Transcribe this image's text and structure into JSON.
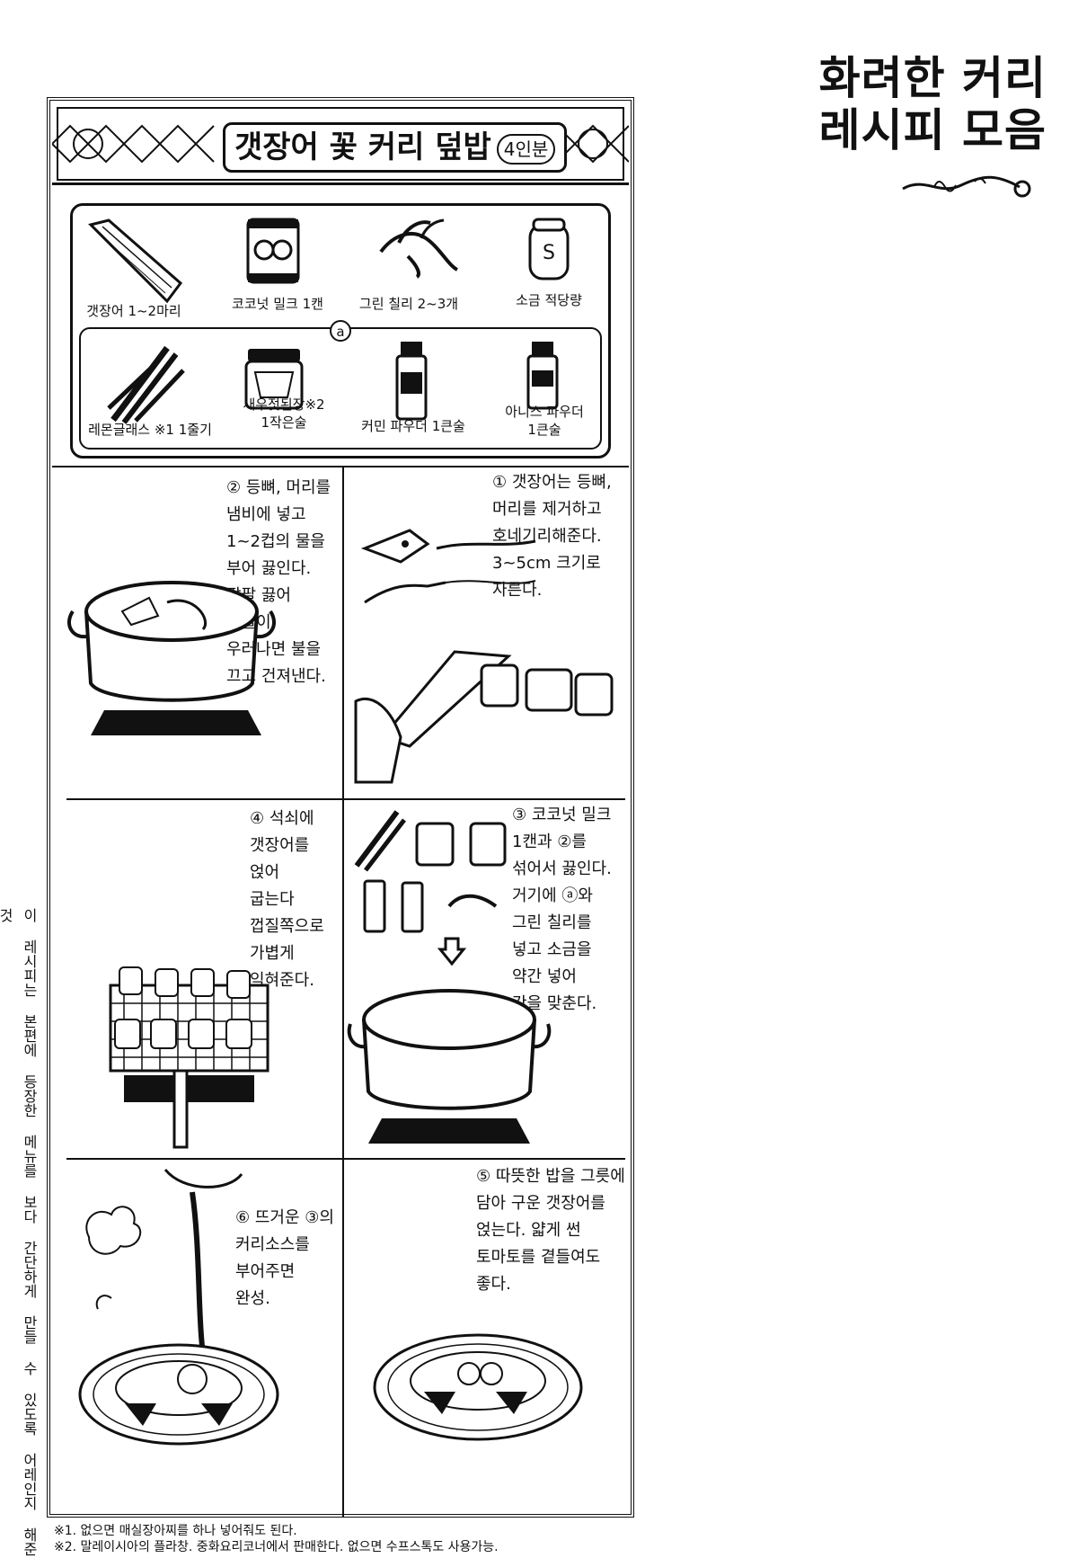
{
  "series_title_line1": "화려한 커리",
  "series_title_line2": "레시피 모음",
  "recipe": {
    "title": "갯장어 꽃 커리 덮밥",
    "servings": "4인분"
  },
  "ingredients": {
    "eel": "갯장어 1~2마리",
    "coconut_milk": "코코넛 밀크 1캔",
    "green_chili": "그린 칠리 2~3개",
    "salt": "소금 적당량",
    "group_marker": "a",
    "lemongrass": "레몬글래스 ※1 1줄기",
    "shrimp_paste": "새우젓된장※2\n1작은술",
    "cumin": "커민 파우더 1큰술",
    "anise": "아니스 파우더\n1큰술"
  },
  "steps": {
    "step1": "① 갯장어는 등뼈,\n머리를 제거하고\n호네기리해준다.\n3~5cm 크기로\n자른다.",
    "step2": "② 등뼈, 머리를\n냄비에 넣고\n1~2컵의 물을\n부어 끓인다.\n팔팔 끓어\n국물이\n우러나면 불을\n끄고 건져낸다.",
    "step3": "③ 코코넛 밀크\n1캔과 ②를\n섞어서 끓인다.\n거기에 ⓐ와\n그린 칠리를\n넣고 소금을\n약간 넣어\n간을 맞춘다.",
    "step4": "④ 석쇠에\n갯장어를\n얹어\n굽는다\n껍질쪽으로\n가볍게\n익혀준다.",
    "step5": "⑤ 따뜻한 밥을 그릇에\n담아 구운 갯장어를\n얹는다. 얇게 썬\n토마토를 곁들여도\n좋다.",
    "step6": "⑥ 뜨거운 ③의\n커리소스를\n부어주면\n완성."
  },
  "side_note": "이 레시피는 본편에 등장한 메뉴를 보다 간단하게 만들 수 있도록 어레인지 해준 것",
  "footnotes": {
    "note1": "※1. 없으면 매실장아찌를 하나 넣어줘도 된다.",
    "note2": "※2. 말레이시아의 플라창. 중화요리코너에서 판매한다. 없으면 수프스톡도 사용가능."
  }
}
